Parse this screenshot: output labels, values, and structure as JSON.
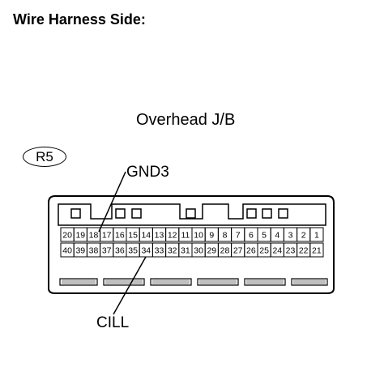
{
  "header": {
    "title": "Wire Harness Side:"
  },
  "connector": {
    "name": "Overhead J/B",
    "code": "R5",
    "row_top": [
      "20",
      "19",
      "18",
      "17",
      "16",
      "15",
      "14",
      "13",
      "12",
      "11",
      "10",
      "9",
      "8",
      "7",
      "6",
      "5",
      "4",
      "3",
      "2",
      "1"
    ],
    "row_bottom": [
      "40",
      "39",
      "38",
      "37",
      "36",
      "35",
      "34",
      "33",
      "32",
      "31",
      "30",
      "29",
      "28",
      "27",
      "26",
      "25",
      "24",
      "23",
      "22",
      "21"
    ]
  },
  "callouts": {
    "gnd": {
      "label": "GND3",
      "pin": "18"
    },
    "cill": {
      "label": "CILL",
      "pin": "34"
    }
  }
}
